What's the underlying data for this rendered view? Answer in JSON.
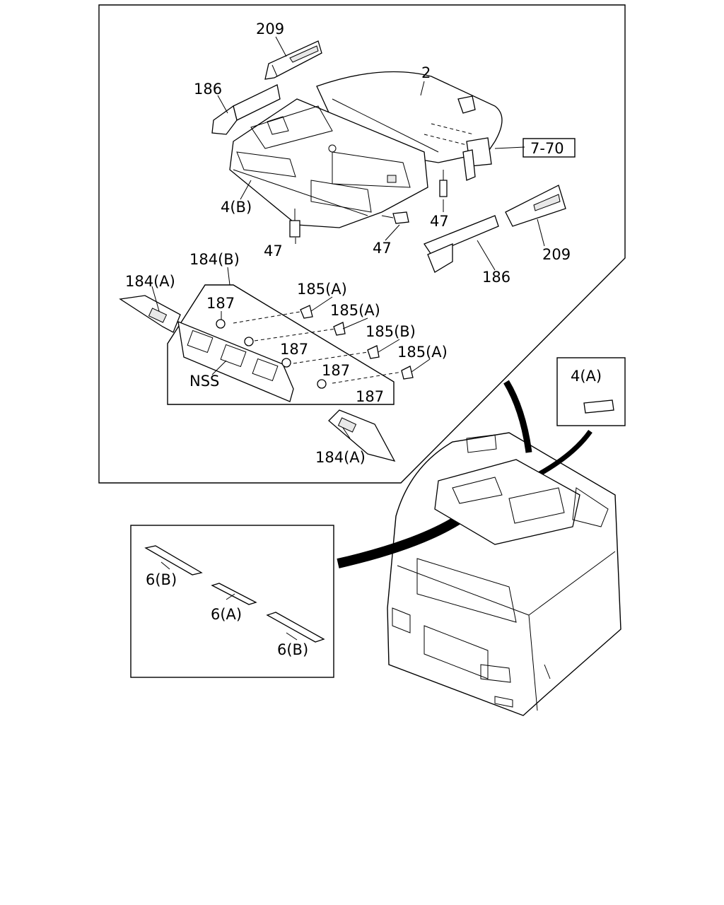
{
  "callouts": {
    "p209_top": "209",
    "p2": "2",
    "p186_top": "186",
    "ref_7_70": "7-70",
    "p4b": "4(B)",
    "p47_a": "47",
    "p47_b": "47",
    "p47_c": "47",
    "p209_right": "209",
    "p186_right": "186",
    "p184b": "184(B)",
    "p184a_top": "184(A)",
    "p185a_1": "185(A)",
    "p185a_2": "185(A)",
    "p185b": "185(B)",
    "p185a_3": "185(A)",
    "p187_1": "187",
    "p187_2": "187",
    "p187_3": "187",
    "p187_4": "187",
    "nss": "NSS",
    "p184a_bottom": "184(A)",
    "p4a": "4(A)",
    "p6b_1": "6(B)",
    "p6a": "6(A)",
    "p6b_2": "6(B)"
  }
}
